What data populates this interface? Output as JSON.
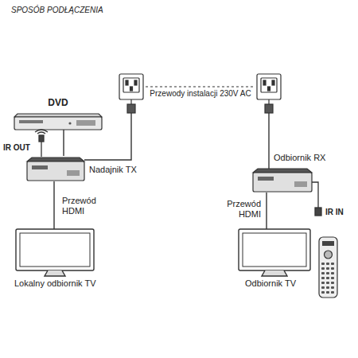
{
  "diagram": {
    "title": "SPOSÓB PODŁĄCZENIA",
    "nodes": [
      {
        "text": [
          "DVD"
        ]
      },
      {
        "text": [
          "Nadajnik TX"
        ]
      },
      {
        "text": [
          "Lokalny odbiornik TV"
        ]
      },
      {
        "text": [
          "Odbiornik RX"
        ]
      },
      {
        "text": [
          "Odbiornik TV"
        ]
      }
    ],
    "edges": [
      {
        "from": 0,
        "to": 1,
        "arrow": "none"
      },
      {
        "from": 1,
        "to": 2,
        "label": "Przewód HDMI",
        "arrow": "none"
      },
      {
        "from": 3,
        "to": 4,
        "label": "Przewód HDMI",
        "arrow": "none"
      }
    ],
    "labels": [
      "Przewody instalacji 230V AC",
      "IR OUT",
      "IR IN"
    ]
  }
}
